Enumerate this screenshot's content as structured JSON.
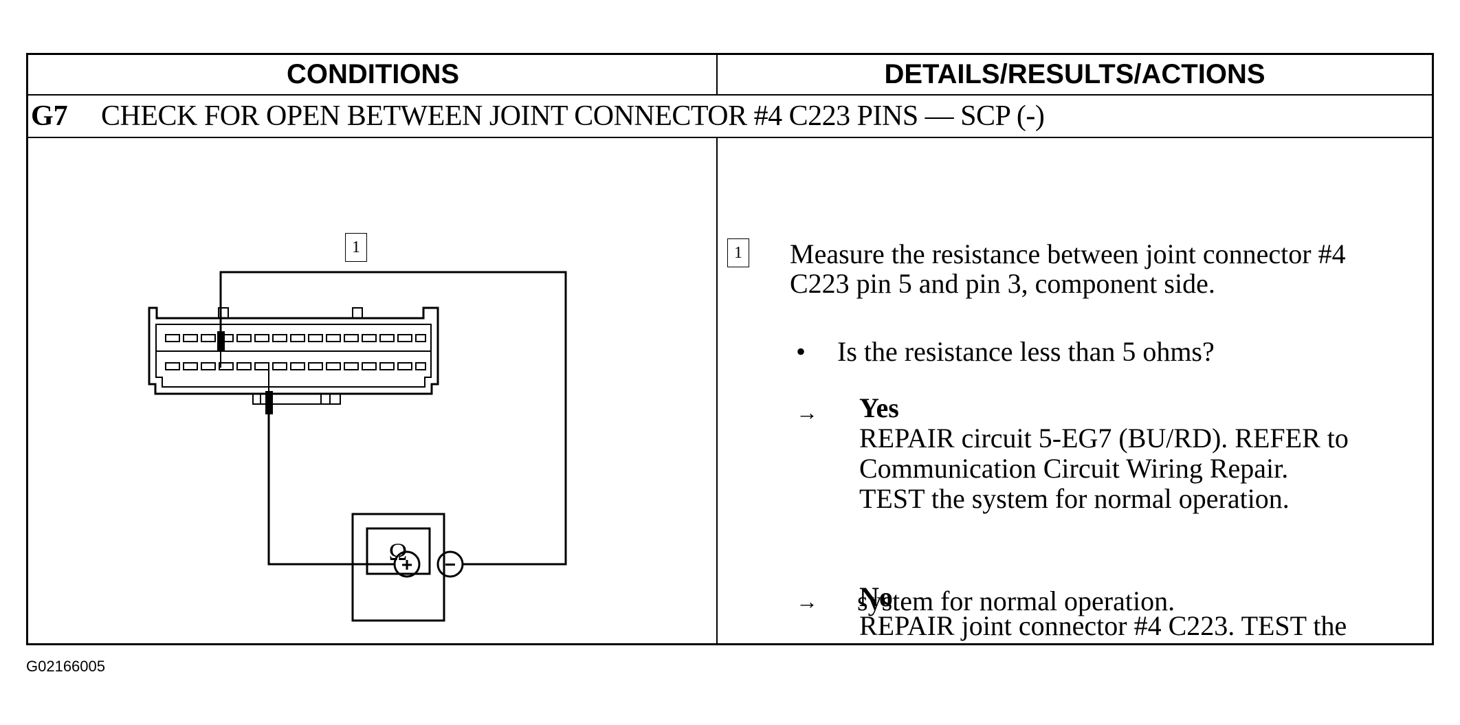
{
  "header": {
    "conditions": "CONDITIONS",
    "details": "DETAILS/RESULTS/ACTIONS"
  },
  "step": {
    "id": "G7",
    "title": "CHECK FOR OPEN BETWEEN JOINT CONNECTOR #4 C223 PINS — SCP (-)"
  },
  "diagram": {
    "callout": "1",
    "meter_symbol": "Ω",
    "plus": "+",
    "minus": "−"
  },
  "details": {
    "callout": "1",
    "instruction_line1": "Measure the resistance between joint connector #4",
    "instruction_line2": "C223 pin 5 and pin 3, component side.",
    "bullet": "•",
    "question": "Is the resistance less than 5 ohms?",
    "arrow": "→",
    "yes_label": "Yes",
    "yes_line1": "REPAIR circuit 5-EG7 (BU/RD). REFER to",
    "yes_line2": "Communication Circuit Wiring Repair.",
    "yes_line3": "TEST the system for normal  operation.",
    "no_label": "No",
    "no_line1": "REPAIR joint connector #4 C223. TEST the",
    "no_line2": "system for normal operation."
  },
  "footer": {
    "figure_id": "G02166005"
  }
}
